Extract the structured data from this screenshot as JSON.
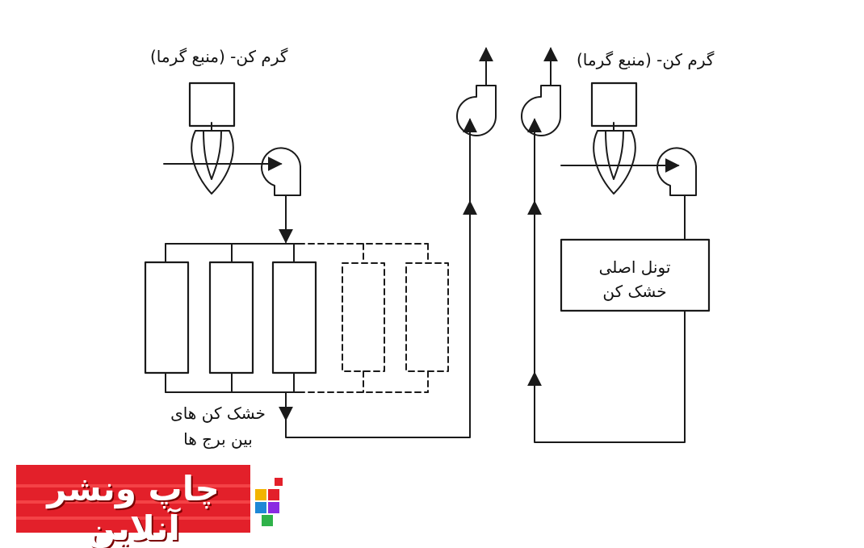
{
  "labels": {
    "heater_left": "گرم کن- (منبع گرما)",
    "heater_right": "گرم کن- (منبع گرما)",
    "tunnel_line1": "تونل اصلی",
    "tunnel_line2": "خشک کن",
    "intertower_line1": "خشک کن های",
    "intertower_line2": "بین برج ها"
  },
  "logo": {
    "text": "چاپ ونشر آنلاین",
    "colors": {
      "background": "#e3202a",
      "stripe": "#ff5a5a",
      "text": "#ffffff"
    }
  },
  "colors": {
    "line": "#1a1a1a",
    "background": "#ffffff"
  }
}
